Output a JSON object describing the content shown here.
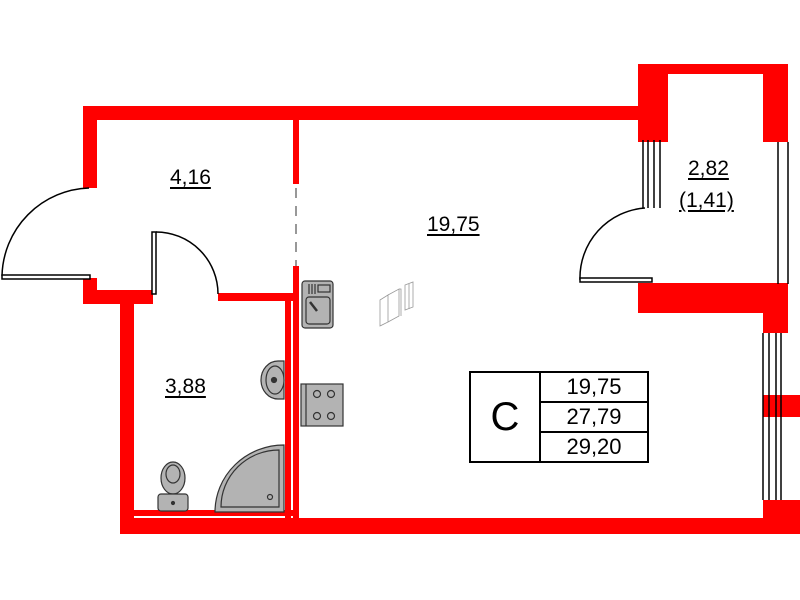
{
  "plan": {
    "wall_color": "#ff0000",
    "fixture_color": "#b3b3b3",
    "rooms": [
      {
        "id": "hallway",
        "area": "4,16"
      },
      {
        "id": "living-room",
        "area": "19,75"
      },
      {
        "id": "bathroom",
        "area": "3,88"
      },
      {
        "id": "balcony",
        "area": "2,82",
        "reduced_area": "(1,41)"
      }
    ],
    "fixtures": [
      "kitchen-sink",
      "stove",
      "washbasin",
      "toilet",
      "shower-tray",
      "wardrobe"
    ]
  },
  "summary": {
    "type": "С",
    "values": [
      "19,75",
      "27,79",
      "29,20"
    ]
  }
}
